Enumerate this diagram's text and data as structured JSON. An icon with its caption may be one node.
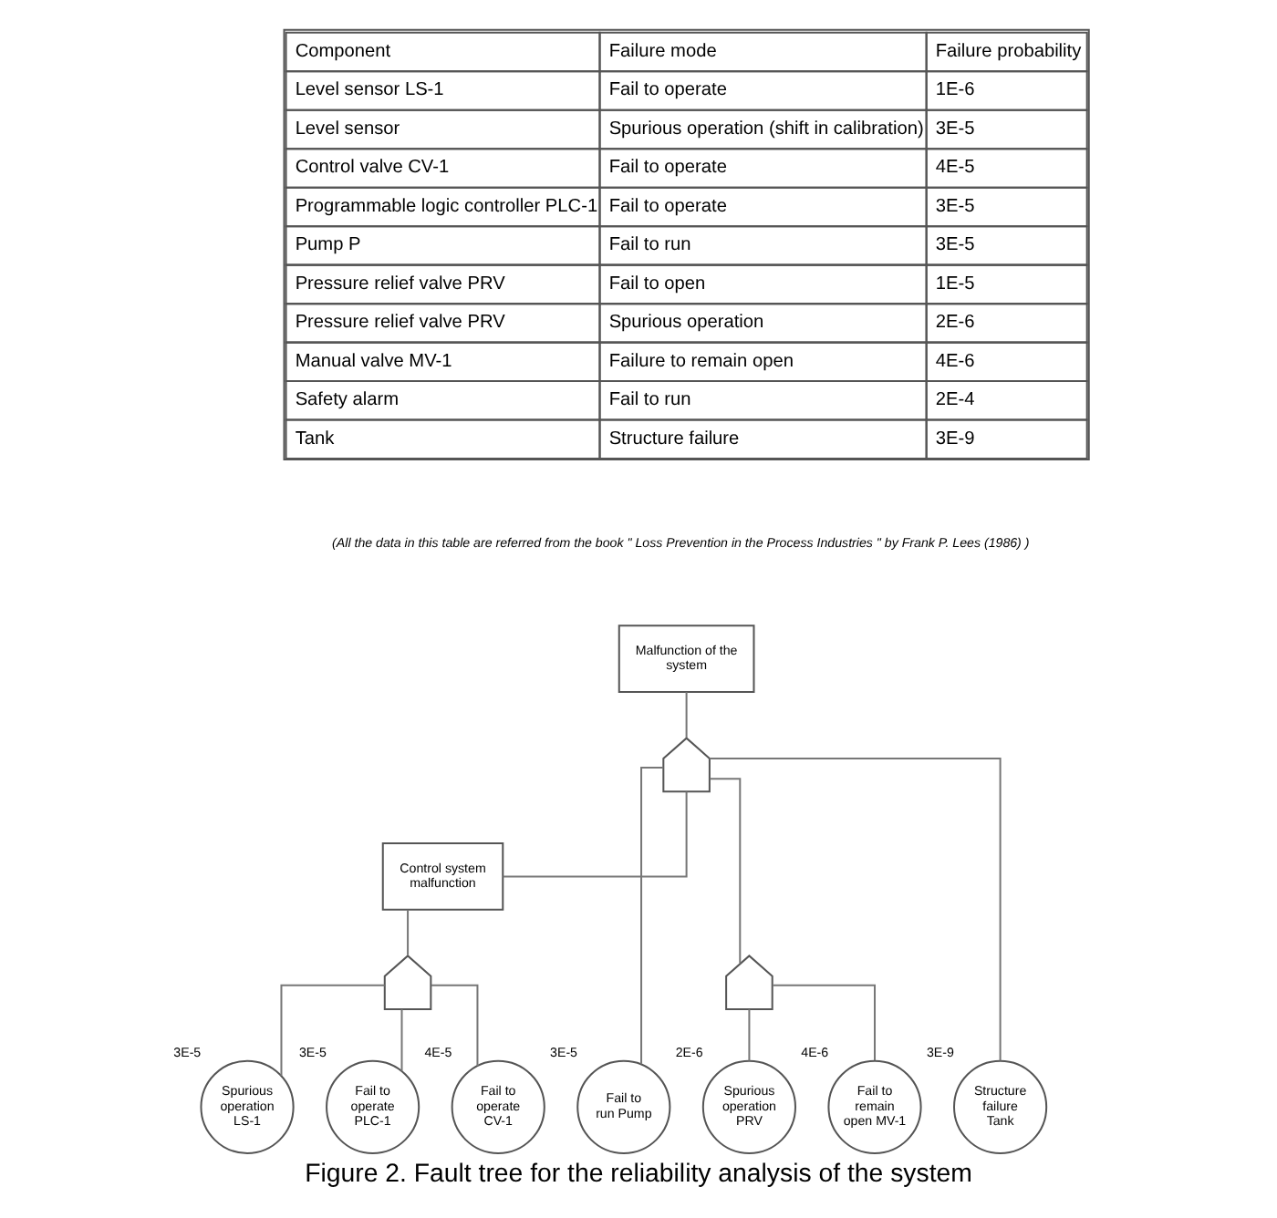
{
  "diagram": {
    "caption": "Figure 2. Fault tree for the reliability analysis of the system",
    "nodes": [
      {
        "text": [
          "Malfunction of the system"
        ]
      },
      {
        "text": [],
        "shape": "gate"
      },
      {
        "text": [
          "Control system malfunction"
        ]
      },
      {
        "text": [],
        "shape": "gate"
      },
      {
        "text": [
          "Spurious operation LS-1"
        ],
        "beside": [
          "3E-5"
        ]
      },
      {
        "text": [
          "Fail to operate PLC-1"
        ],
        "beside": [
          "3E-5"
        ]
      },
      {
        "text": [
          "Fail to operate CV-1"
        ],
        "beside": [
          "4E-5"
        ]
      },
      {
        "text": [
          "Fail to run Pump"
        ],
        "beside": [
          "3E-5"
        ]
      },
      {
        "text": [],
        "shape": "gate"
      },
      {
        "text": [
          "Spurious operation PRV"
        ],
        "beside": [
          "2E-6"
        ]
      },
      {
        "text": [
          "Fail to remain open MV-1"
        ],
        "beside": [
          "4E-6"
        ]
      },
      {
        "text": [
          "Structure failure Tank"
        ],
        "beside": [
          "3E-9"
        ]
      }
    ],
    "edges": [
      {
        "from": 0,
        "to": 1,
        "arrow": "none"
      },
      {
        "from": 1,
        "to": 2,
        "arrow": "none"
      },
      {
        "from": 1,
        "to": 7,
        "arrow": "none"
      },
      {
        "from": 1,
        "to": 8,
        "arrow": "none"
      },
      {
        "from": 1,
        "to": 11,
        "arrow": "none"
      },
      {
        "from": 2,
        "to": 3,
        "arrow": "none"
      },
      {
        "from": 3,
        "to": 4,
        "arrow": "none"
      },
      {
        "from": 3,
        "to": 5,
        "arrow": "none"
      },
      {
        "from": 3,
        "to": 6,
        "arrow": "none"
      },
      {
        "from": 8,
        "to": 9,
        "arrow": "none"
      },
      {
        "from": 8,
        "to": 10,
        "arrow": "none"
      }
    ],
    "labels": [
      "Component",
      "Failure mode",
      "Failure probability",
      "Level sensor LS-1",
      "Fail to operate",
      "1E-6",
      "Level sensor",
      "Spurious operation (shift in calibration)",
      "3E-5",
      "Control valve CV-1",
      "Fail to operate",
      "4E-5",
      "Programmable logic controller PLC-1",
      "Fail to operate",
      "3E-5",
      "Pump P",
      "Fail to run",
      "3E-5",
      "Pressure relief valve PRV",
      "Fail to open",
      "1E-5",
      "Pressure relief valve PRV",
      "Spurious operation",
      "2E-6",
      "Manual valve MV-1",
      "Failure to remain open",
      "4E-6",
      "Safety alarm",
      "Fail to run",
      "2E-4",
      "Tank",
      "Structure failure",
      "3E-9",
      "(All the data in this table are referred from the book \" Loss Prevention in the Process Industries \" by Frank P. Lees (1986) )"
    ]
  }
}
